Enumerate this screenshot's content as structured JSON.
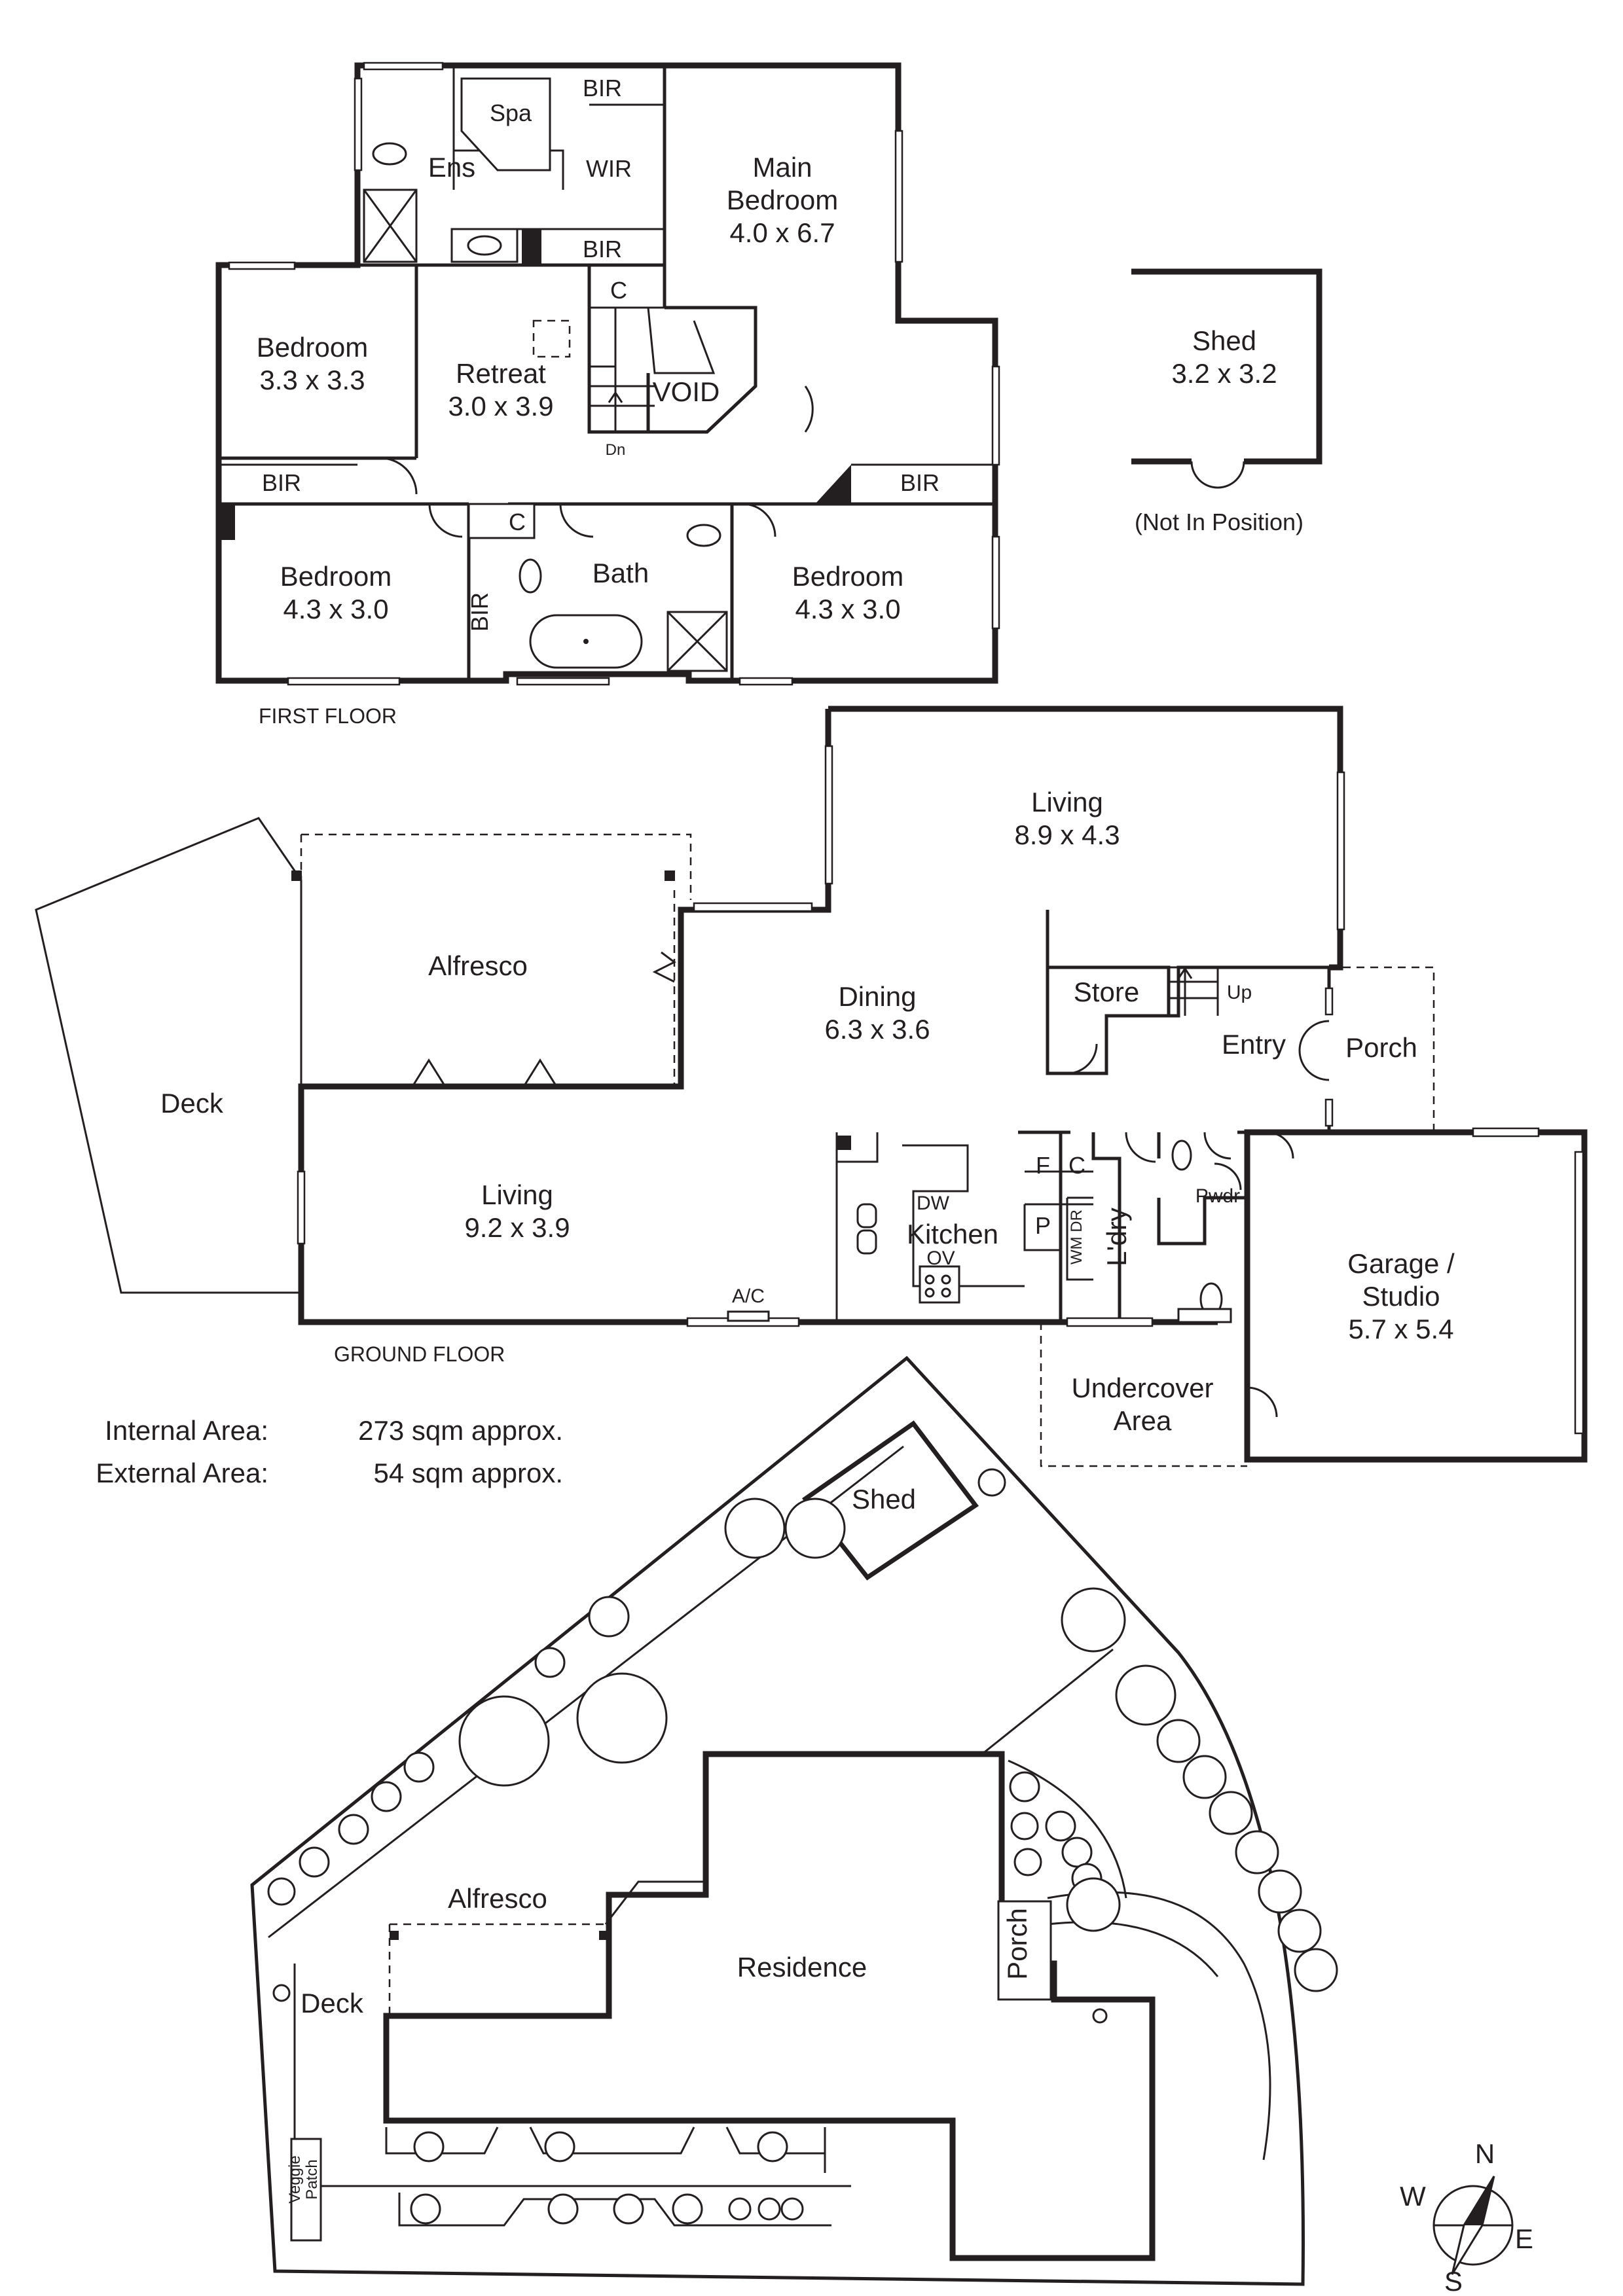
{
  "first_floor": {
    "caption": "FIRST FLOOR",
    "rooms": {
      "spa": "Spa",
      "bir_top": "BIR",
      "ens": "Ens",
      "wir": "WIR",
      "main_bedroom_name": "Main",
      "main_bedroom_name2": "Bedroom",
      "main_bedroom_size": "4.0 x 6.7",
      "bir_mid": "BIR",
      "c_stair": "C",
      "bedroom1_name": "Bedroom",
      "bedroom1_size": "3.3 x 3.3",
      "retreat_name": "Retreat",
      "retreat_size": "3.0 x 3.9",
      "void": "VOID",
      "dn": "Dn",
      "bir_left": "BIR",
      "bir_right": "BIR",
      "c_bath": "C",
      "bedroom2_name": "Bedroom",
      "bedroom2_size": "4.3 x 3.0",
      "bir_vertical": "BIR",
      "bath": "Bath",
      "bedroom3_name": "Bedroom",
      "bedroom3_size": "4.3 x 3.0"
    }
  },
  "shed_plan": {
    "name": "Shed",
    "size": "3.2 x 3.2",
    "note": "(Not In Position)"
  },
  "ground_floor": {
    "caption": "GROUND FLOOR",
    "rooms": {
      "living_top_name": "Living",
      "living_top_size": "8.9 x 4.3",
      "alfresco": "Alfresco",
      "deck": "Deck",
      "dining_name": "Dining",
      "dining_size": "6.3 x 3.6",
      "store": "Store",
      "up": "Up",
      "entry": "Entry",
      "porch": "Porch",
      "living_bottom_name": "Living",
      "living_bottom_size": "9.2 x 3.9",
      "f": "F",
      "c": "C",
      "p": "P",
      "dw": "DW",
      "kitchen": "Kitchen",
      "ov": "OV",
      "wm_dr": "WM DR",
      "laundry": "L'dry",
      "pwdr": "Pwdr",
      "garage_name": "Garage /",
      "garage_name2": "Studio",
      "garage_size": "5.7 x 5.4",
      "ac": "A/C",
      "undercover_name": "Undercover",
      "undercover_name2": "Area"
    }
  },
  "areas": {
    "internal_label": "Internal Area:",
    "internal_value": "273 sqm approx.",
    "external_label": "External Area:",
    "external_value": "54 sqm approx."
  },
  "site_plan": {
    "shed": "Shed",
    "alfresco": "Alfresco",
    "deck": "Deck",
    "residence": "Residence",
    "porch": "Porch",
    "veggie": "Veggie",
    "patch": "Patch"
  },
  "compass": {
    "n": "N",
    "e": "E",
    "s": "S",
    "w": "W"
  }
}
